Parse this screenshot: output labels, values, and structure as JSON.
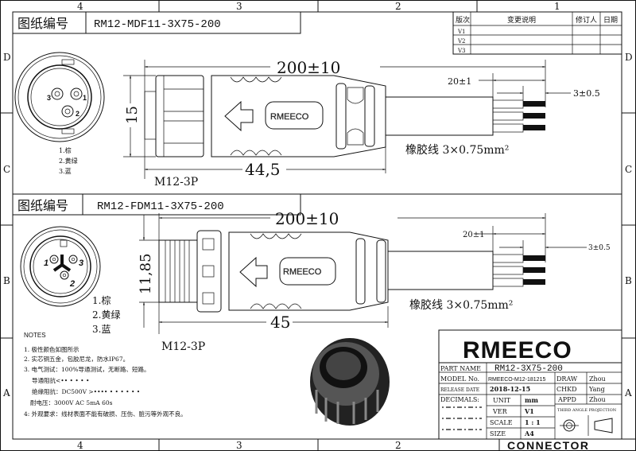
{
  "zones": {
    "columns": [
      "4",
      "3",
      "2",
      "1"
    ],
    "rows": [
      "D",
      "C",
      "B",
      "A"
    ]
  },
  "revision_table": {
    "headers": [
      "版次",
      "变更说明",
      "修订人",
      "日期"
    ],
    "rows": [
      "V1",
      "V2",
      "V3"
    ]
  },
  "drawing_top": {
    "label": "图纸编号",
    "number": "RM12-MDF11-3X75-200",
    "pins": [
      "1",
      "2",
      "3"
    ],
    "pin_colors": [
      "1.棕",
      "2.黄绿",
      "3.蓝"
    ],
    "dim_length": "200±10",
    "dim_strip": "20±1",
    "dim_tip": "3±0.5",
    "dim_height": "15",
    "dim_body": "44,5",
    "type": "M12-3P",
    "cable": "橡胶线 3×0.75mm²",
    "logo_emboss": "RMEECO"
  },
  "drawing_bottom": {
    "label": "图纸编号",
    "number": "RM12-FDM11-3X75-200",
    "pins": [
      "1",
      "2",
      "3"
    ],
    "pin_colors": [
      "1.棕",
      "2.黄绿",
      "3.蓝"
    ],
    "dim_length": "200±10",
    "dim_strip": "20±1",
    "dim_tip": "3±0.5",
    "dim_height": "11,85",
    "dim_body": "45",
    "type": "M12-3P",
    "cable": "橡胶线 3×0.75mm²",
    "logo_emboss": "RMEECO"
  },
  "notes": {
    "title": "NOTES",
    "items": [
      "1. 极性颜色如图所示",
      "2. 实芯铜五金，包胶尼龙，防水IP67。",
      "3. 电气测试：100%导通测试，无断路、短路。",
      "导通阻抗<•• • • • •",
      "绝缘阻抗：DC500V >•••• • • • • • •",
      "耐电压：3000V AC 5mA 60s",
      "4: 外观要求：线材表面不能有破损、压伤、脏污等外观不良。"
    ]
  },
  "title_block": {
    "brand": "RMEECO",
    "part_name_label": "PART NAME",
    "part_name": "RM12-3X75-200",
    "model_label": "MODEL No.",
    "model": "RMEECO-M12-181215",
    "release_label": "RELEASE DATE",
    "release": "2018-12-15",
    "decimals_label": "DECIMALS:",
    "unit_label": "UNIT",
    "unit": "mm",
    "ver_label": "VER",
    "ver": "V1",
    "scale_label": "SCALE",
    "scale": "1 : 1",
    "size_label": "SIZE",
    "size": "A4",
    "draw_label": "DRAW",
    "draw": "Zhou",
    "chkd_label": "CHKD",
    "chkd": "Yang",
    "appd_label": "APPD",
    "appd": "Zhou",
    "projection": "THIRD ANGLE PROJECTION",
    "footer_brand": "CONNECTOR"
  }
}
